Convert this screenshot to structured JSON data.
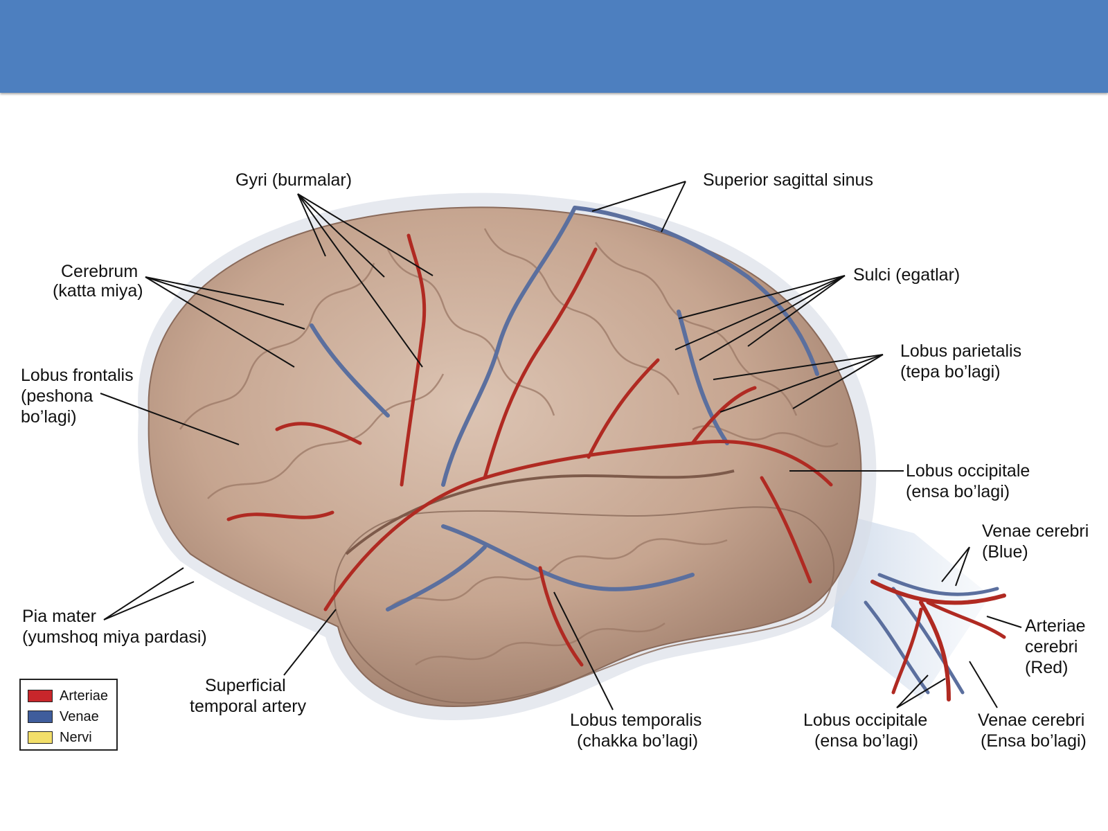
{
  "colors": {
    "header": "#4d7fbf",
    "brain": "#c9ab98",
    "artery": "#b02a22",
    "vein": "#5b6f9e",
    "nerve": "#f3df6a"
  },
  "labels": {
    "gyri": "Gyri (burmalar)",
    "sinus": "Superior sagittal sinus",
    "cerebrum_1": "Cerebrum",
    "cerebrum_2": "(katta miya)",
    "sulci": "Sulci (egatlar)",
    "frontal_1": "Lobus frontalis",
    "frontal_2": "(peshona",
    "frontal_3": "bo’lagi)",
    "parietal_1": "Lobus parietalis",
    "parietal_2": "(tepa bo’lagi)",
    "occipital_1": "Lobus occipitale",
    "occipital_2": "(ensa bo’lagi)",
    "venae_1": "Venae cerebri",
    "venae_2": "(Blue)",
    "arteriae_1": "Arteriae",
    "arteriae_2": "cerebri",
    "arteriae_3": "(Red)",
    "pia_1": "Pia mater",
    "pia_2": "(yumshoq miya pardasi)",
    "sta_1": "Superficial",
    "sta_2": "temporal artery",
    "temporal_1": "Lobus temporalis",
    "temporal_2": "(chakka bo’lagi)",
    "occ_bottom_1": "Lobus occipitale",
    "occ_bottom_2": "(ensa bo’lagi)",
    "venae_bottom_1": "Venae cerebri",
    "venae_bottom_2": "(Ensa bo’lagi)"
  },
  "legend": {
    "items": [
      {
        "label": "Arteriae",
        "color": "#c8262b"
      },
      {
        "label": "Venae",
        "color": "#3f5d9c"
      },
      {
        "label": "Nervi",
        "color": "#f3df6a"
      }
    ]
  }
}
